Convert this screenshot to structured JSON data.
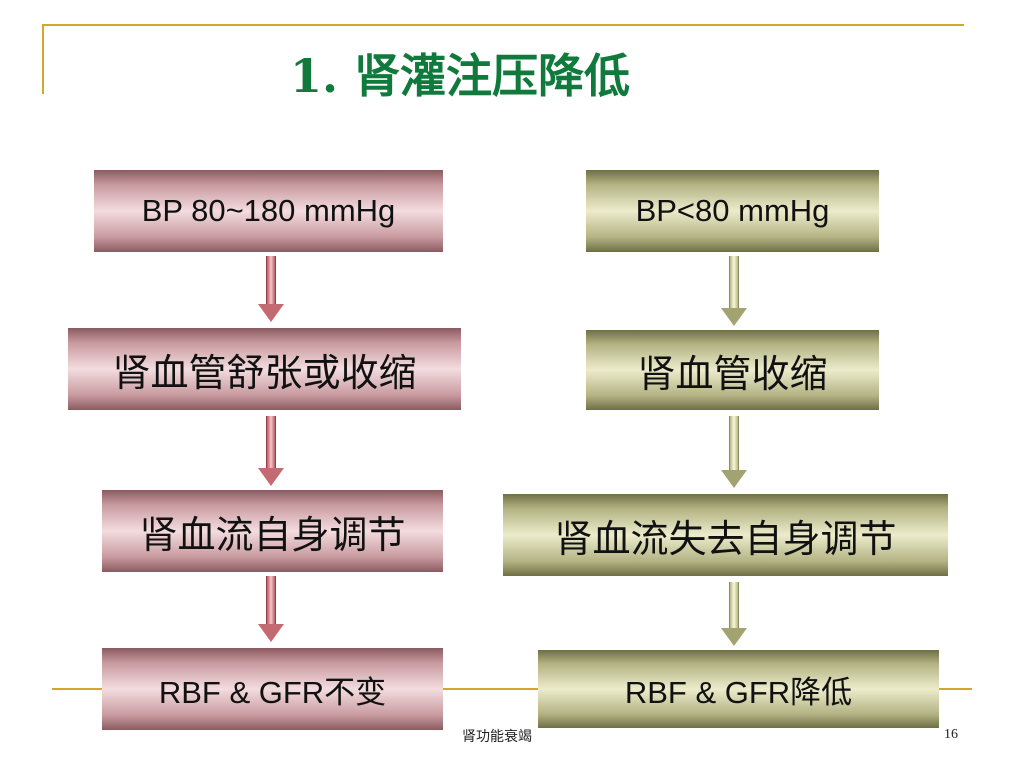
{
  "title": "1. 肾灌注压降低",
  "left_column": {
    "boxes": [
      "BP 80~180 mmHg",
      "肾血管舒张或收缩",
      "肾血流自身调节",
      "RBF & GFR不变"
    ]
  },
  "right_column": {
    "boxes": [
      "BP<80 mmHg",
      "肾血管收缩",
      "肾血流失去自身调节",
      "RBF & GFR降低"
    ]
  },
  "footer": {
    "text": "肾功能衰竭",
    "page_number": "16"
  },
  "colors": {
    "title": "#0f7a3c",
    "rule": "#d4a62a",
    "left_boxes": "#e8c4c8",
    "right_boxes": "#dcdcb4"
  }
}
